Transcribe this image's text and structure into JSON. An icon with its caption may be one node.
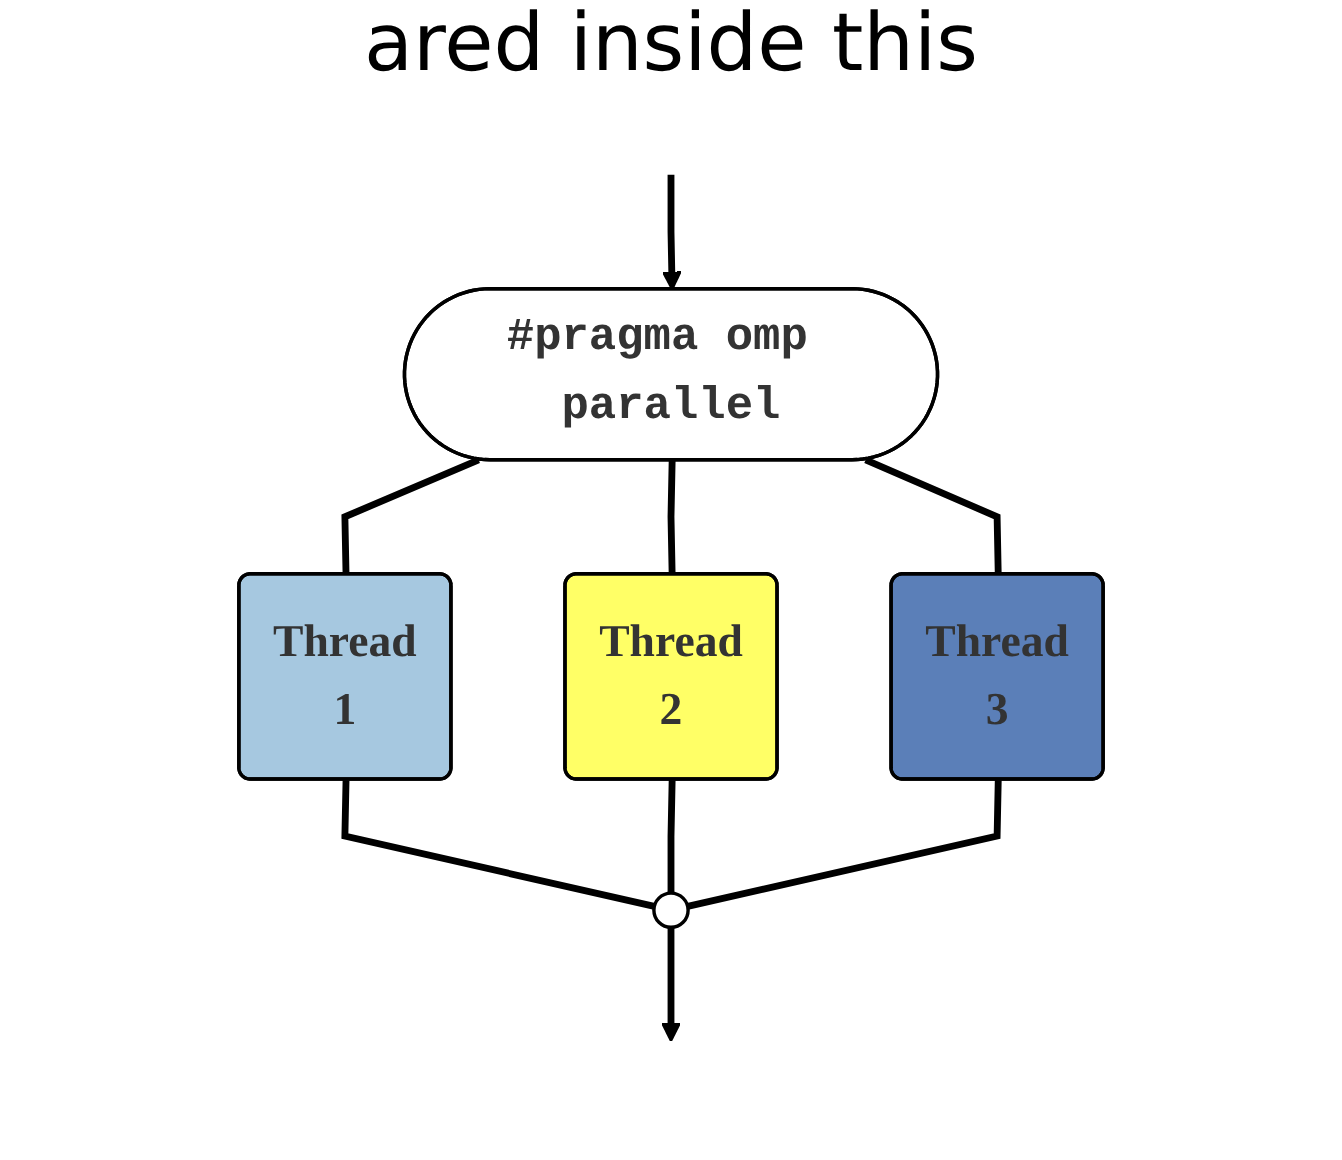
{
  "diagram": {
    "nodes": [
      {
        "text": [
          "#pragma omp parallel"
        ]
      },
      {
        "text": [
          "Thread",
          "1"
        ]
      },
      {
        "text": [
          "Thread",
          "2"
        ]
      },
      {
        "text": [
          "Thread",
          "3"
        ]
      },
      {
        "text": [],
        "shape": "circle"
      }
    ],
    "edges": [
      {
        "from": null,
        "to": 0,
        "arrow": "to"
      },
      {
        "from": 0,
        "to": 1,
        "arrow": "none"
      },
      {
        "from": 0,
        "to": 2,
        "arrow": "none"
      },
      {
        "from": 0,
        "to": 3,
        "arrow": "none"
      },
      {
        "from": 1,
        "to": 4,
        "arrow": "none"
      },
      {
        "from": 2,
        "to": 4,
        "arrow": "none"
      },
      {
        "from": 3,
        "to": 4,
        "arrow": "none"
      },
      {
        "from": 4,
        "to": null,
        "arrow": "to"
      }
    ],
    "labels": [
      "ared inside this"
    ]
  }
}
